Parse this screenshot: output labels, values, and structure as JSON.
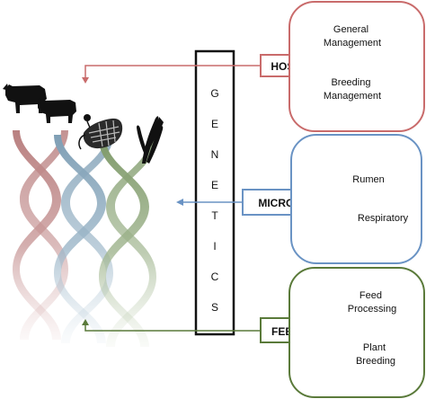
{
  "genetics": {
    "letters": [
      "G",
      "E",
      "N",
      "E",
      "T",
      "I",
      "C",
      "S"
    ]
  },
  "groups": [
    {
      "id": "host",
      "tag": "HOST",
      "color": "#c96b6b",
      "items": [
        [
          "General",
          "Management"
        ],
        [
          "Breeding",
          "Management"
        ]
      ]
    },
    {
      "id": "microbiome",
      "tag": "MICROBIOME",
      "color": "#6a93c4",
      "items": [
        [
          "Rumen"
        ],
        [
          "Respiratory"
        ]
      ]
    },
    {
      "id": "feed",
      "tag": "FEED",
      "color": "#5a7a3a",
      "items": [
        [
          "Feed",
          "Processing"
        ],
        [
          "Plant",
          "Breeding"
        ]
      ]
    }
  ],
  "icons": [
    "cattle-icon",
    "calf-icon",
    "microbe-icon",
    "plant-icon"
  ]
}
